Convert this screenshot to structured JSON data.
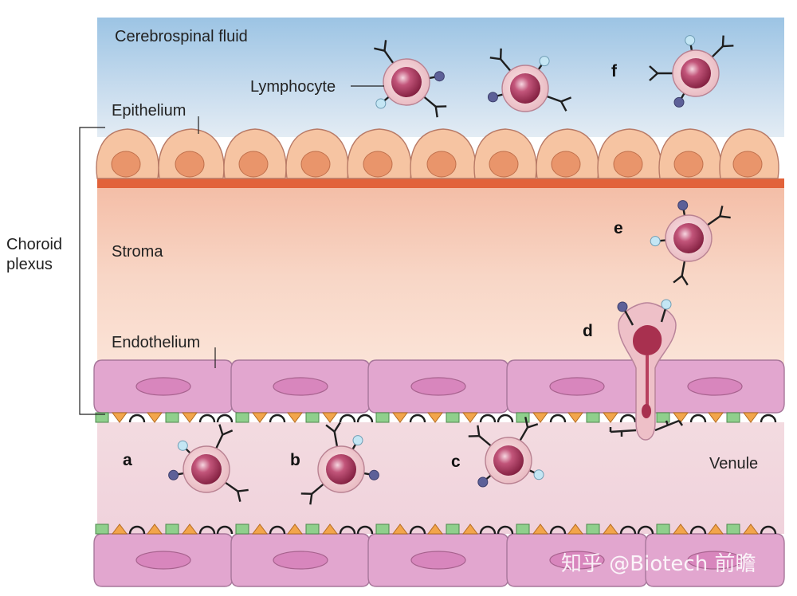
{
  "labels": {
    "csf": "Cerebrospinal fluid",
    "lymphocyte": "Lymphocyte",
    "epithelium": "Epithelium",
    "choroid_line1": "Choroid",
    "choroid_line2": "plexus",
    "stroma": "Stroma",
    "endothelium": "Endothelium",
    "venule": "Venule"
  },
  "panels": [
    "a",
    "b",
    "c",
    "d",
    "e",
    "f"
  ],
  "watermark": "知乎 @Biotech 前瞻",
  "colors": {
    "csf_top": "#9cc4e4",
    "epithelial_cell": "#f6c4a2",
    "epithelial_nucleus": "#e9956b",
    "basement_membrane": "#e2623a",
    "stroma": "#f9dccb",
    "endothelial_cell": "#e2a6cf",
    "endothelial_nucleus": "#d886bd",
    "venule_lumen": "#f2d8e0",
    "lymphocyte_body": "#f0c8cc",
    "lymphocyte_nucleus": "#a8304f",
    "adhesion_green": "#8fcf8c",
    "adhesion_orange": "#f2a54b",
    "receptor_light": "#c4e6f4",
    "receptor_dark": "#5d6098"
  }
}
